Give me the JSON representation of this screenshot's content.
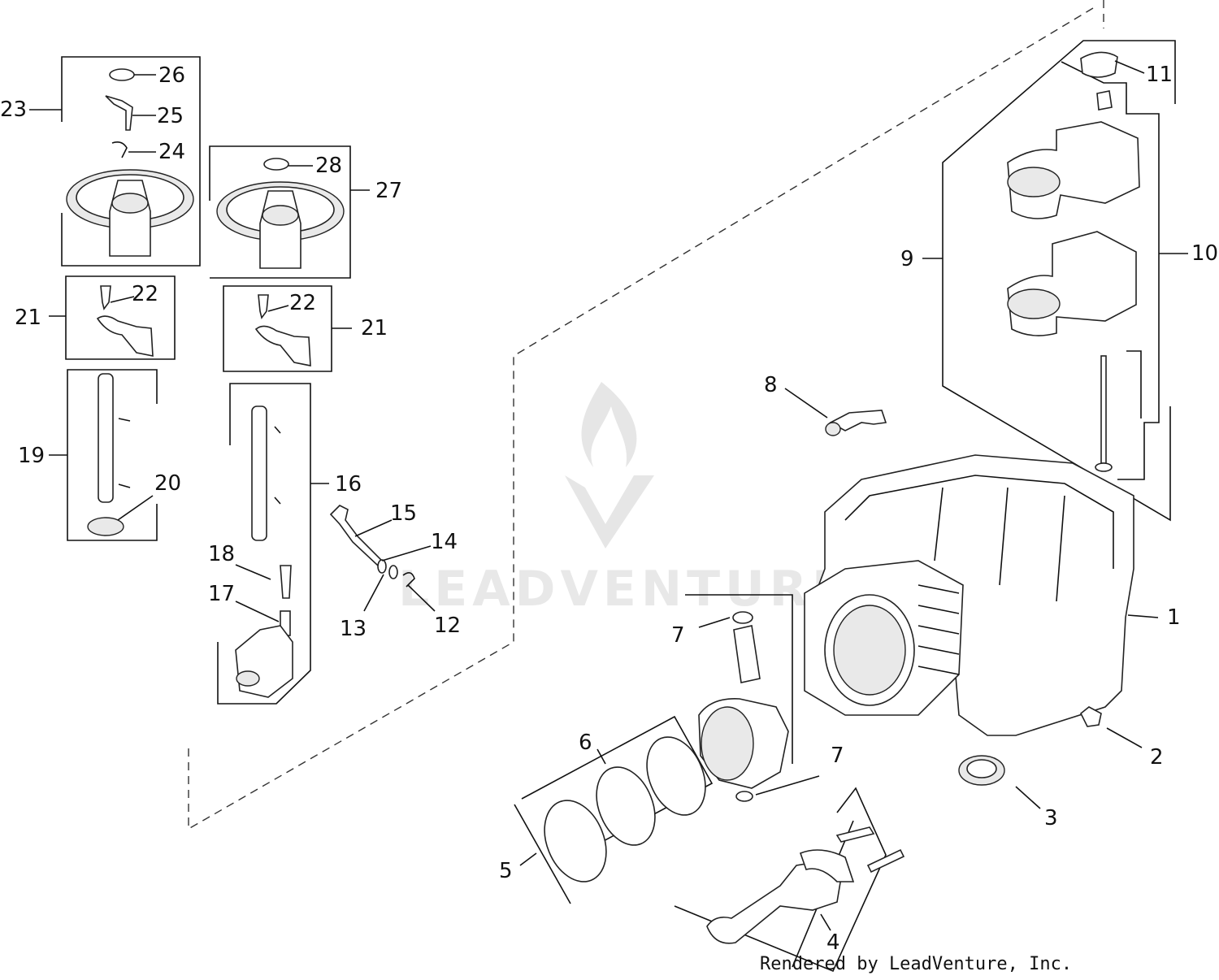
{
  "diagram": {
    "callouts": [
      "1",
      "2",
      "3",
      "4",
      "5",
      "6",
      "7",
      "7",
      "8",
      "9",
      "10",
      "11",
      "12",
      "13",
      "14",
      "15",
      "16",
      "17",
      "18",
      "19",
      "20",
      "21",
      "21",
      "22",
      "22",
      "23",
      "24",
      "25",
      "26",
      "27",
      "28"
    ],
    "watermark": "LEADVENTURE",
    "credit": "Rendered by LeadVenture, Inc."
  }
}
